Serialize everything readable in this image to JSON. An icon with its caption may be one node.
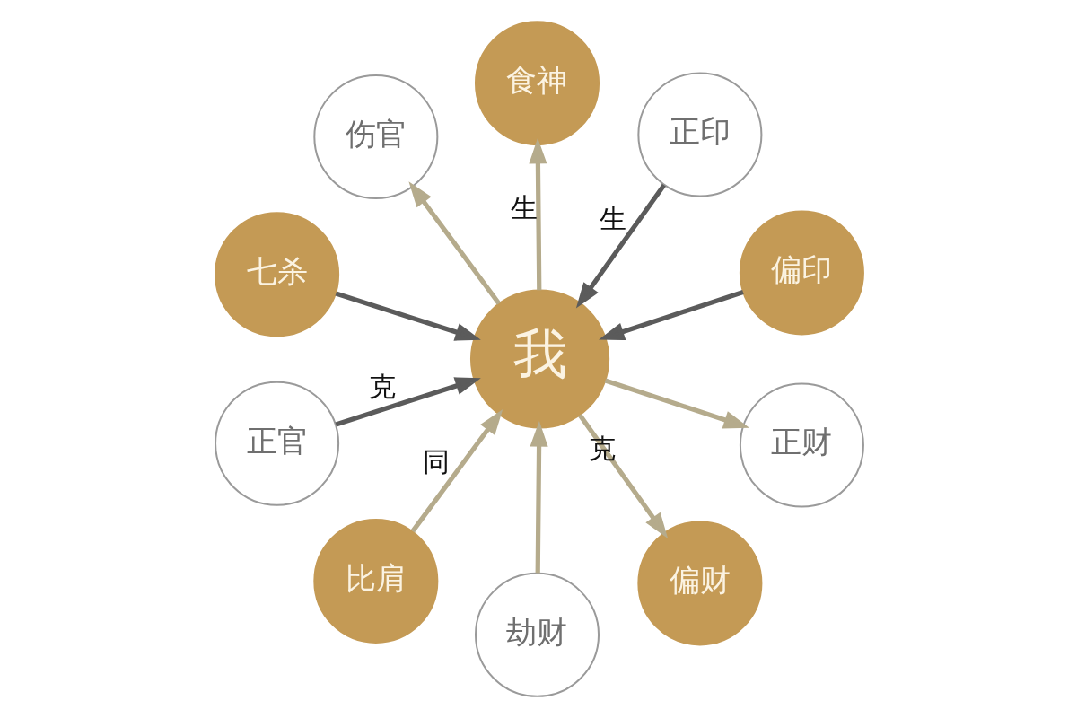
{
  "diagram": {
    "nodes": [
      {
        "text": [
          "伤官"
        ]
      },
      {
        "text": [
          "食神"
        ]
      },
      {
        "text": [
          "七杀"
        ]
      },
      {
        "text": [
          "正印"
        ]
      },
      {
        "text": [
          "正官"
        ]
      },
      {
        "text": [
          "我"
        ]
      },
      {
        "text": [
          "偏印"
        ]
      },
      {
        "text": [
          "比肩"
        ]
      },
      {
        "text": [
          "正财"
        ]
      },
      {
        "text": [
          "劫财"
        ]
      },
      {
        "text": [
          "偏财"
        ]
      }
    ],
    "edges": [
      {
        "from": 5,
        "to": 0,
        "arrow": "to"
      },
      {
        "from": 5,
        "to": 1,
        "arrow": "to",
        "label": "生"
      },
      {
        "from": 3,
        "to": 5,
        "arrow": "to",
        "label": "生",
        "color": "#5b5b5b"
      },
      {
        "from": 6,
        "to": 5,
        "arrow": "to",
        "color": "#5b5b5b"
      },
      {
        "from": 5,
        "to": 8,
        "arrow": "to"
      },
      {
        "from": 5,
        "to": 10,
        "arrow": "to",
        "label": "克"
      },
      {
        "from": 9,
        "to": 5,
        "arrow": "to"
      },
      {
        "from": 7,
        "to": 5,
        "arrow": "to",
        "label": "同"
      },
      {
        "from": 4,
        "to": 5,
        "arrow": "to",
        "label": "克",
        "color": "#5b5b5b"
      },
      {
        "from": 2,
        "to": 5,
        "arrow": "to",
        "color": "#5b5b5b"
      }
    ]
  }
}
